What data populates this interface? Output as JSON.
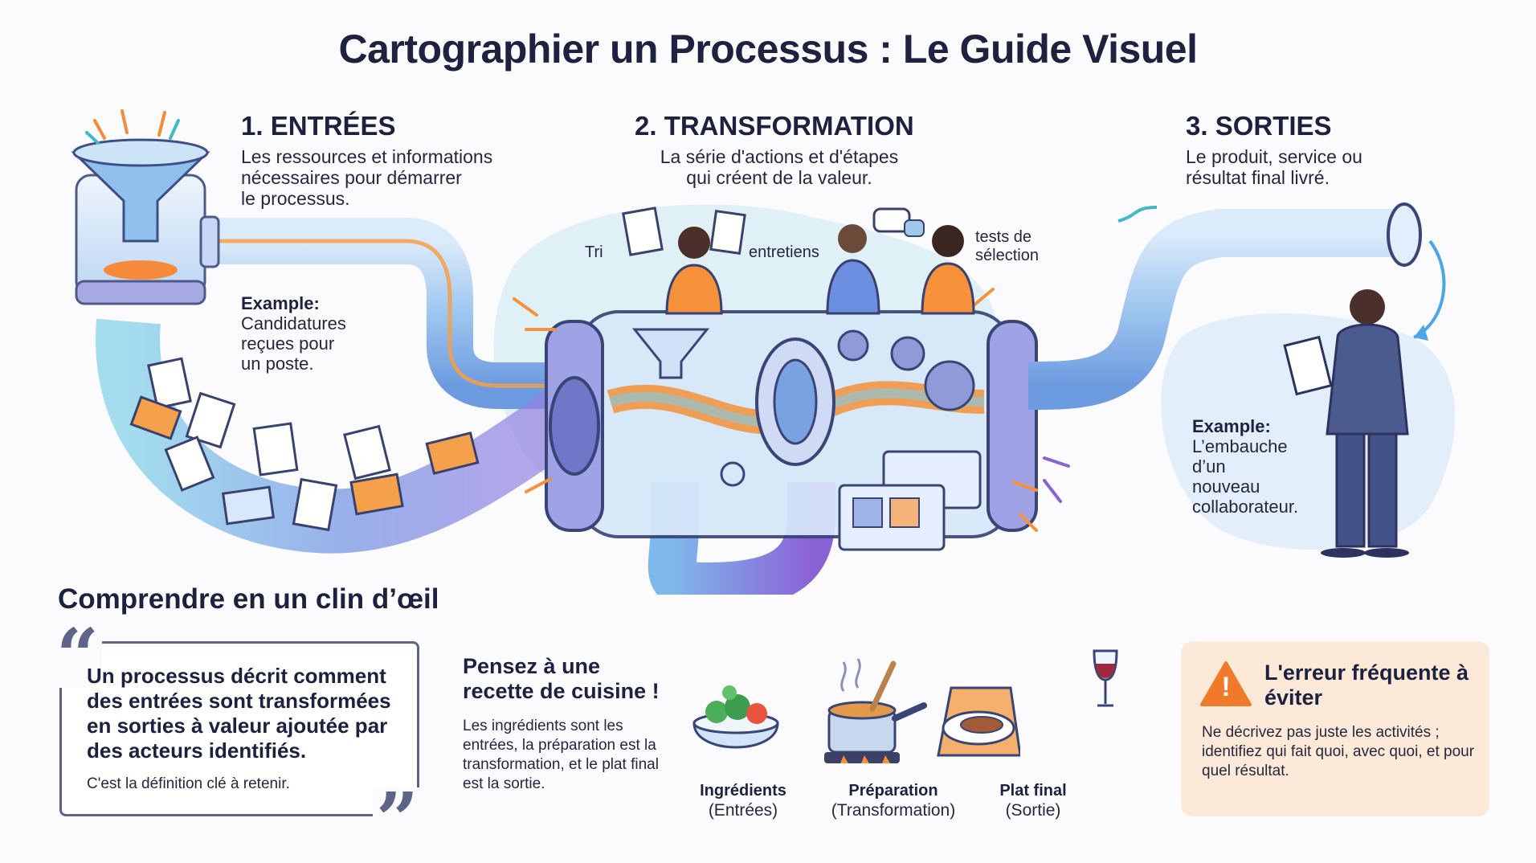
{
  "title": "Cartographier un Processus : Le Guide Visuel",
  "sections": {
    "inputs": {
      "title": "1. ENTRÉES",
      "desc": [
        "Les ressources et informations",
        "nécessaires pour démarrer",
        "le processus."
      ],
      "example_label": "Example:",
      "example_text": [
        "Candidatures",
        "reçues pour",
        "un poste."
      ]
    },
    "transformation": {
      "title": "2. TRANSFORMATION",
      "desc": [
        "La série d'actions et d'étapes",
        "qui créent de la valeur."
      ],
      "step_labels": [
        "Tri",
        "entretiens",
        "tests de",
        "sélection"
      ]
    },
    "outputs": {
      "title": "3. SORTIES",
      "desc": [
        "Le produit, service ou",
        "résultat final livré."
      ],
      "example_label": "Example:",
      "example_text": [
        "L’embauche",
        "d’un",
        "nouveau",
        "collaborateur."
      ]
    }
  },
  "glance": {
    "heading": "Comprendre en un clin d’œil",
    "quote_main": "Un processus décrit comment des entrées sont transformées en sorties à valeur ajoutée par des acteurs identifiés.",
    "quote_sub": "C'est la définition clé à retenir.",
    "open_quote": "“",
    "close_quote": "”"
  },
  "cooking": {
    "title": "Pensez à une recette de cuisine !",
    "text": "Les ingrédients sont les entrées, la préparation est la transformation, et le plat final est la sortie.",
    "items": [
      {
        "label": "Ingrédients",
        "sub": "(Entrées)"
      },
      {
        "label": "Préparation",
        "sub": "(Transformation)"
      },
      {
        "label": "Plat final",
        "sub": "(Sortie)"
      }
    ]
  },
  "warning": {
    "title": "L'erreur fréquente à éviter",
    "text": "Ne décrivez pas juste les activités ; identifiez qui fait quoi, avec quoi, et pour quel résultat.",
    "icon": "!"
  },
  "colors": {
    "pipe_blue": "#7fb1e6",
    "pipe_purple": "#8f6fd8",
    "flow_orange": "#f5913a",
    "warning_bg": "#fde9d8",
    "warning_icon": "#f07a2a",
    "quote_border": "#5d6488"
  },
  "icons": [
    "funnel-icon",
    "document-icon",
    "envelope-icon",
    "gear-icon",
    "chat-bubble-icon",
    "warning-icon",
    "salad-bowl-icon",
    "cooking-pot-icon",
    "steak-plate-icon",
    "wine-glass-icon"
  ]
}
